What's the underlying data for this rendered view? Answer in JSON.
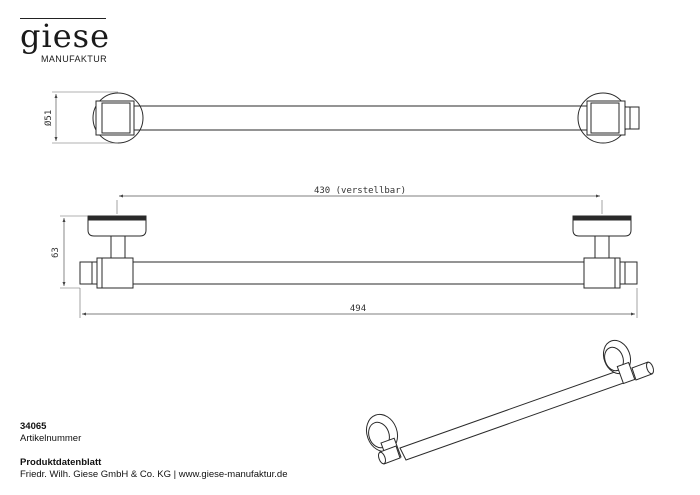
{
  "brand": {
    "name": "giese",
    "subline": "MANUFAKTUR"
  },
  "dimensions": {
    "diameter": "Ø51",
    "adjustable_span": "430 (verstellbar)",
    "height": "63",
    "total_length": "494"
  },
  "product": {
    "number": "34065",
    "number_label": "Artikelnummer",
    "sheet_title": "Produktdatenblatt",
    "company_line": "Friedr. Wilh. Giese GmbH & Co. KG | www.giese-manufaktur.de"
  },
  "colors": {
    "line": "#2a2a2a",
    "dim_line": "#555555"
  }
}
